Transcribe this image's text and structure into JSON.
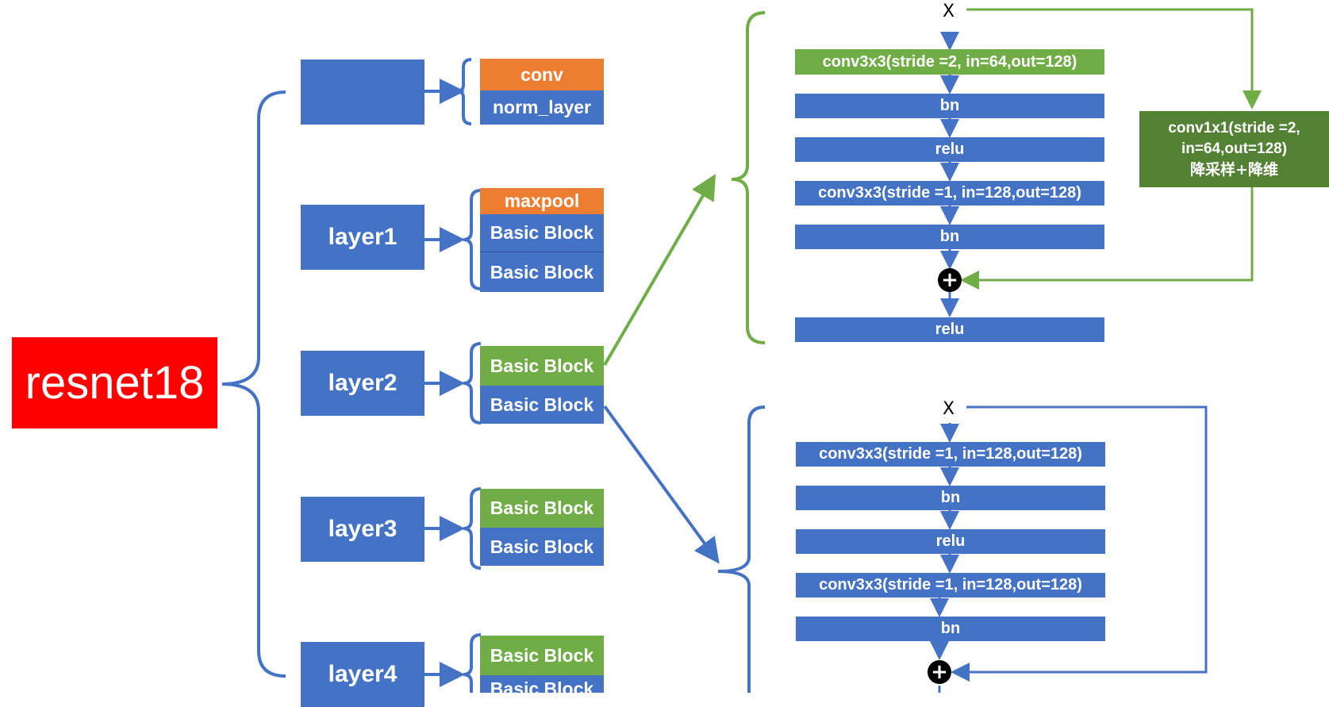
{
  "root": {
    "label": "resnet18",
    "color": "#ff0000"
  },
  "layers": [
    {
      "label": "",
      "items": [
        {
          "label": "conv",
          "color": "orange"
        },
        {
          "label": "norm_layer",
          "color": "blue"
        }
      ]
    },
    {
      "label": "layer1",
      "items": [
        {
          "label": "maxpool",
          "color": "orange"
        },
        {
          "label": "Basic Block",
          "color": "blue"
        },
        {
          "label": "Basic Block",
          "color": "blue"
        }
      ]
    },
    {
      "label": "layer2",
      "items": [
        {
          "label": "Basic Block",
          "color": "green"
        },
        {
          "label": "Basic Block",
          "color": "blue"
        }
      ]
    },
    {
      "label": "layer3",
      "items": [
        {
          "label": "Basic Block",
          "color": "green"
        },
        {
          "label": "Basic Block",
          "color": "blue"
        }
      ]
    },
    {
      "label": "layer4",
      "items": [
        {
          "label": "Basic Block",
          "color": "green"
        },
        {
          "label": "Basic Block",
          "color": "blue"
        }
      ]
    }
  ],
  "block_downsample": {
    "input": "X",
    "ops": [
      "conv3x3(stride =2, in=64,out=128)",
      "bn",
      "relu",
      "conv3x3(stride =1, in=128,out=128)",
      "bn",
      "relu"
    ],
    "shortcut": [
      "conv1x1(stride =2,",
      "in=64,out=128)",
      "降采样+降维"
    ],
    "add_symbol": "+"
  },
  "block_identity": {
    "input": "X",
    "ops": [
      "conv3x3(stride =1, in=128,out=128)",
      "bn",
      "relu",
      "conv3x3(stride =1, in=128,out=128)",
      "bn"
    ],
    "add_symbol": "+"
  },
  "colors": {
    "blue": "#4472c4",
    "green": "#70ad47",
    "orange": "#ed7d31",
    "dark_green": "#548235",
    "red": "#ff0000"
  }
}
